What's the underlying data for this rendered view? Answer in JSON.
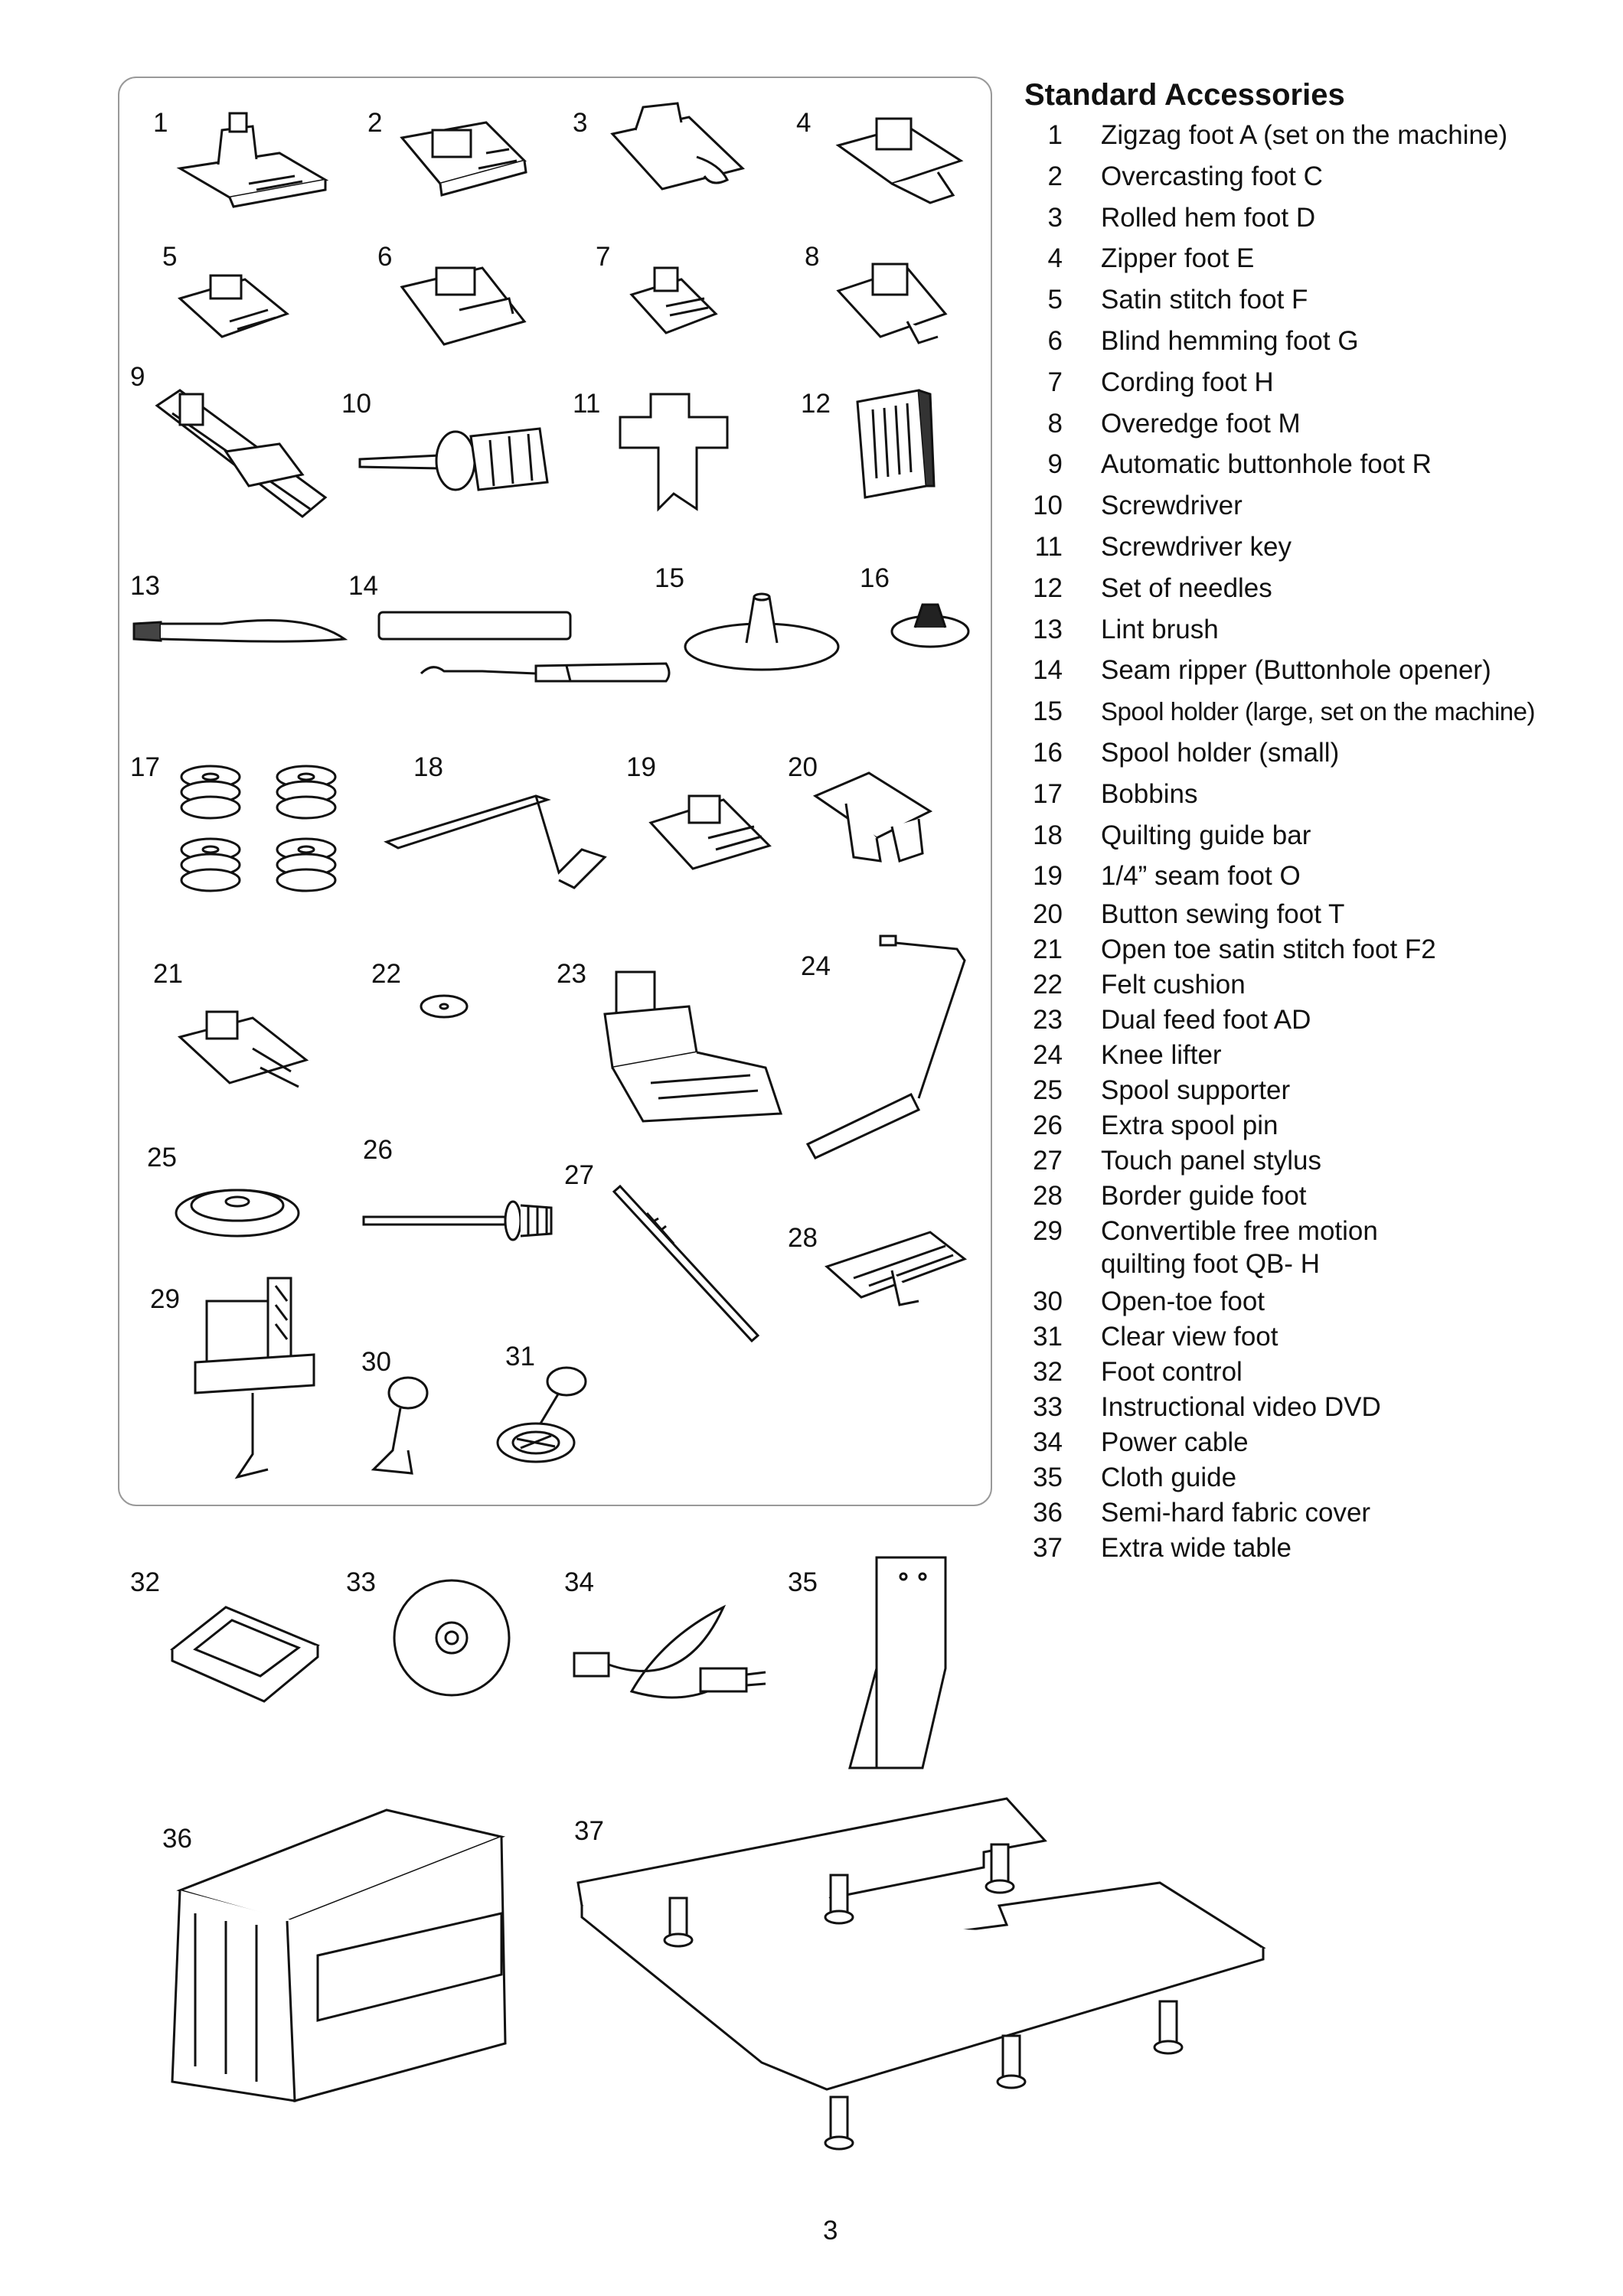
{
  "heading": "Standard Accessories",
  "accessories": [
    {
      "num": "1",
      "name": "Zigzag foot A (set on the machine)"
    },
    {
      "num": "2",
      "name": "Overcasting foot C"
    },
    {
      "num": "3",
      "name": "Rolled hem foot D"
    },
    {
      "num": "4",
      "name": "Zipper foot E"
    },
    {
      "num": "5",
      "name": "Satin stitch foot F"
    },
    {
      "num": "6",
      "name": "Blind hemming foot G"
    },
    {
      "num": "7",
      "name": "Cording foot H"
    },
    {
      "num": "8",
      "name": "Overedge foot M"
    },
    {
      "num": "9",
      "name": "Automatic buttonhole foot R"
    },
    {
      "num": "10",
      "name": "Screwdriver"
    },
    {
      "num": "11",
      "name": "Screwdriver key"
    },
    {
      "num": "12",
      "name": "Set of needles"
    },
    {
      "num": "13",
      "name": "Lint brush"
    },
    {
      "num": "14",
      "name": "Seam ripper (Buttonhole opener)"
    },
    {
      "num": "15",
      "name": "Spool holder (large, set on the machine)"
    },
    {
      "num": "16",
      "name": "Spool holder (small)"
    },
    {
      "num": "17",
      "name": "Bobbins"
    },
    {
      "num": "18",
      "name": "Quilting guide bar"
    },
    {
      "num": "19",
      "name": "1/4” seam foot O"
    },
    {
      "num": "20",
      "name": "Button sewing foot T"
    },
    {
      "num": "21",
      "name": "Open toe satin stitch foot F2"
    },
    {
      "num": "22",
      "name": "Felt cushion"
    },
    {
      "num": "23",
      "name": "Dual feed foot AD"
    },
    {
      "num": "24",
      "name": "Knee lifter"
    },
    {
      "num": "25",
      "name": "Spool supporter"
    },
    {
      "num": "26",
      "name": "Extra spool pin"
    },
    {
      "num": "27",
      "name": "Touch panel stylus"
    },
    {
      "num": "28",
      "name": "Border guide foot"
    },
    {
      "num": "29",
      "name": "Convertible free motion",
      "cont": "quilting foot QB- H"
    },
    {
      "num": "30",
      "name": "Open-toe foot"
    },
    {
      "num": "31",
      "name": "Clear view foot"
    },
    {
      "num": "32",
      "name": "Foot control"
    },
    {
      "num": "33",
      "name": "Instructional video DVD"
    },
    {
      "num": "34",
      "name": "Power cable"
    },
    {
      "num": "35",
      "name": "Cloth guide"
    },
    {
      "num": "36",
      "name": "Semi-hard fabric cover"
    },
    {
      "num": "37",
      "name": "Extra wide table"
    }
  ],
  "page_number": "3"
}
